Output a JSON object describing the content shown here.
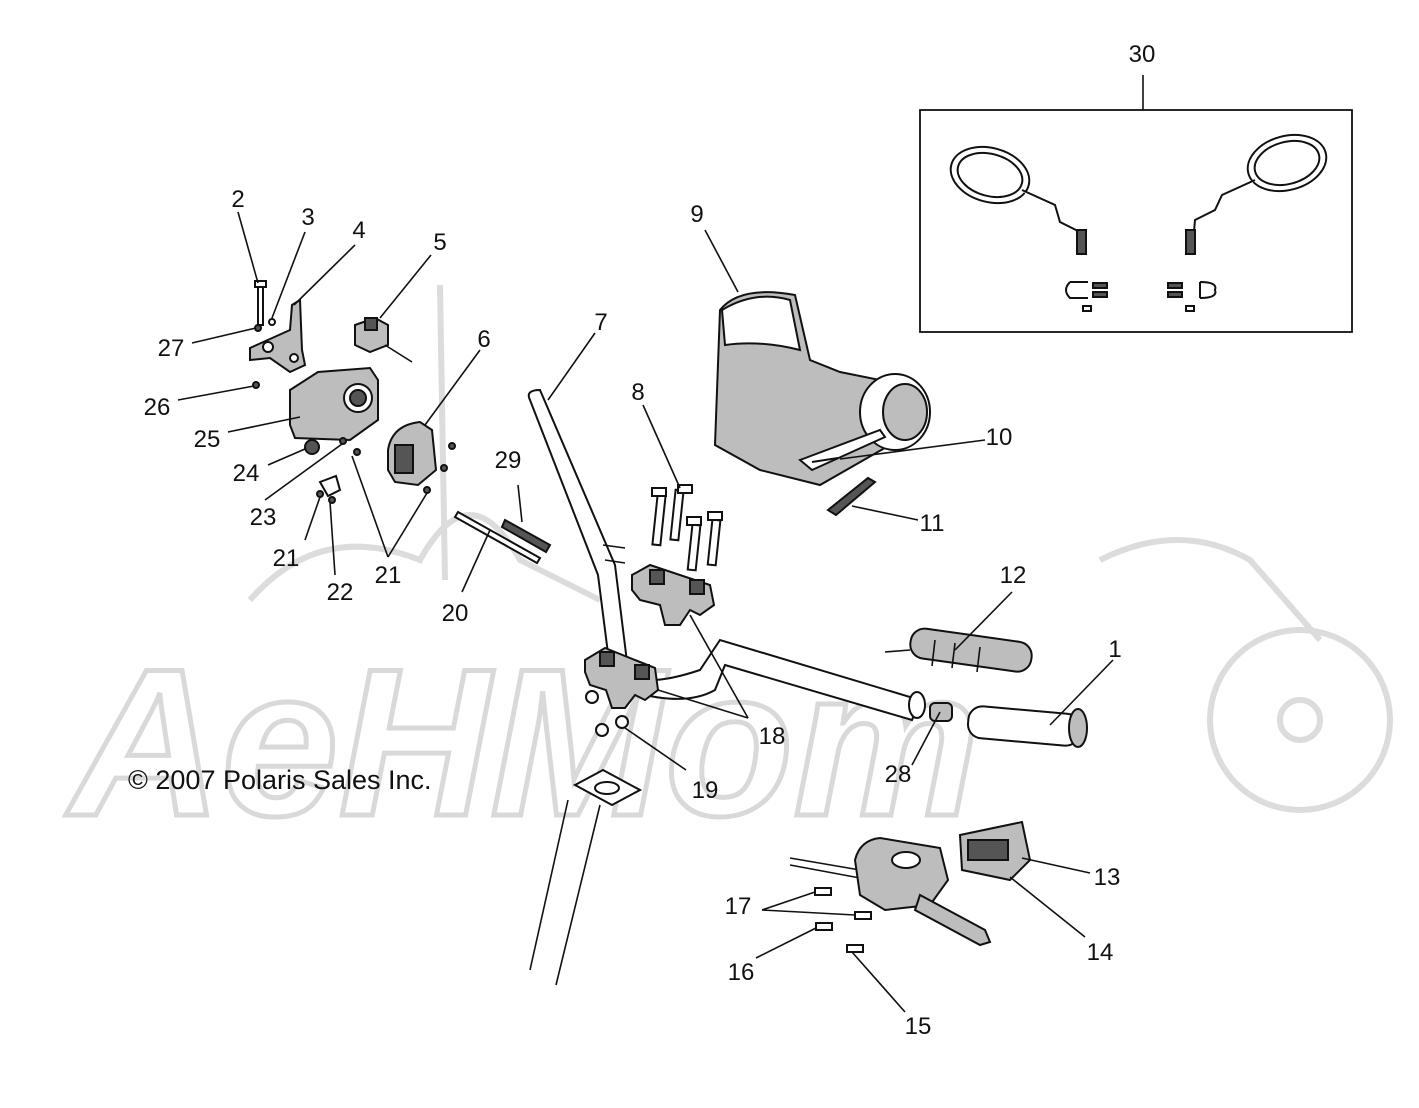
{
  "diagram": {
    "copyright": "© 2007 Polaris Sales Inc.",
    "watermark_text": "AeHMom",
    "callouts": [
      {
        "id": "1",
        "text": "1"
      },
      {
        "id": "2",
        "text": "2"
      },
      {
        "id": "3",
        "text": "3"
      },
      {
        "id": "4",
        "text": "4"
      },
      {
        "id": "5",
        "text": "5"
      },
      {
        "id": "6",
        "text": "6"
      },
      {
        "id": "7",
        "text": "7"
      },
      {
        "id": "8",
        "text": "8"
      },
      {
        "id": "9",
        "text": "9"
      },
      {
        "id": "10",
        "text": "10"
      },
      {
        "id": "11",
        "text": "11"
      },
      {
        "id": "12",
        "text": "12"
      },
      {
        "id": "13",
        "text": "13"
      },
      {
        "id": "14",
        "text": "14"
      },
      {
        "id": "15",
        "text": "15"
      },
      {
        "id": "16",
        "text": "16"
      },
      {
        "id": "17",
        "text": "17"
      },
      {
        "id": "18",
        "text": "18"
      },
      {
        "id": "19",
        "text": "19"
      },
      {
        "id": "20",
        "text": "20"
      },
      {
        "id": "21a",
        "text": "21"
      },
      {
        "id": "21b",
        "text": "21"
      },
      {
        "id": "22",
        "text": "22"
      },
      {
        "id": "23",
        "text": "23"
      },
      {
        "id": "24",
        "text": "24"
      },
      {
        "id": "25",
        "text": "25"
      },
      {
        "id": "26",
        "text": "26"
      },
      {
        "id": "27",
        "text": "27"
      },
      {
        "id": "28",
        "text": "28"
      },
      {
        "id": "29",
        "text": "29"
      },
      {
        "id": "30",
        "text": "30"
      }
    ]
  }
}
